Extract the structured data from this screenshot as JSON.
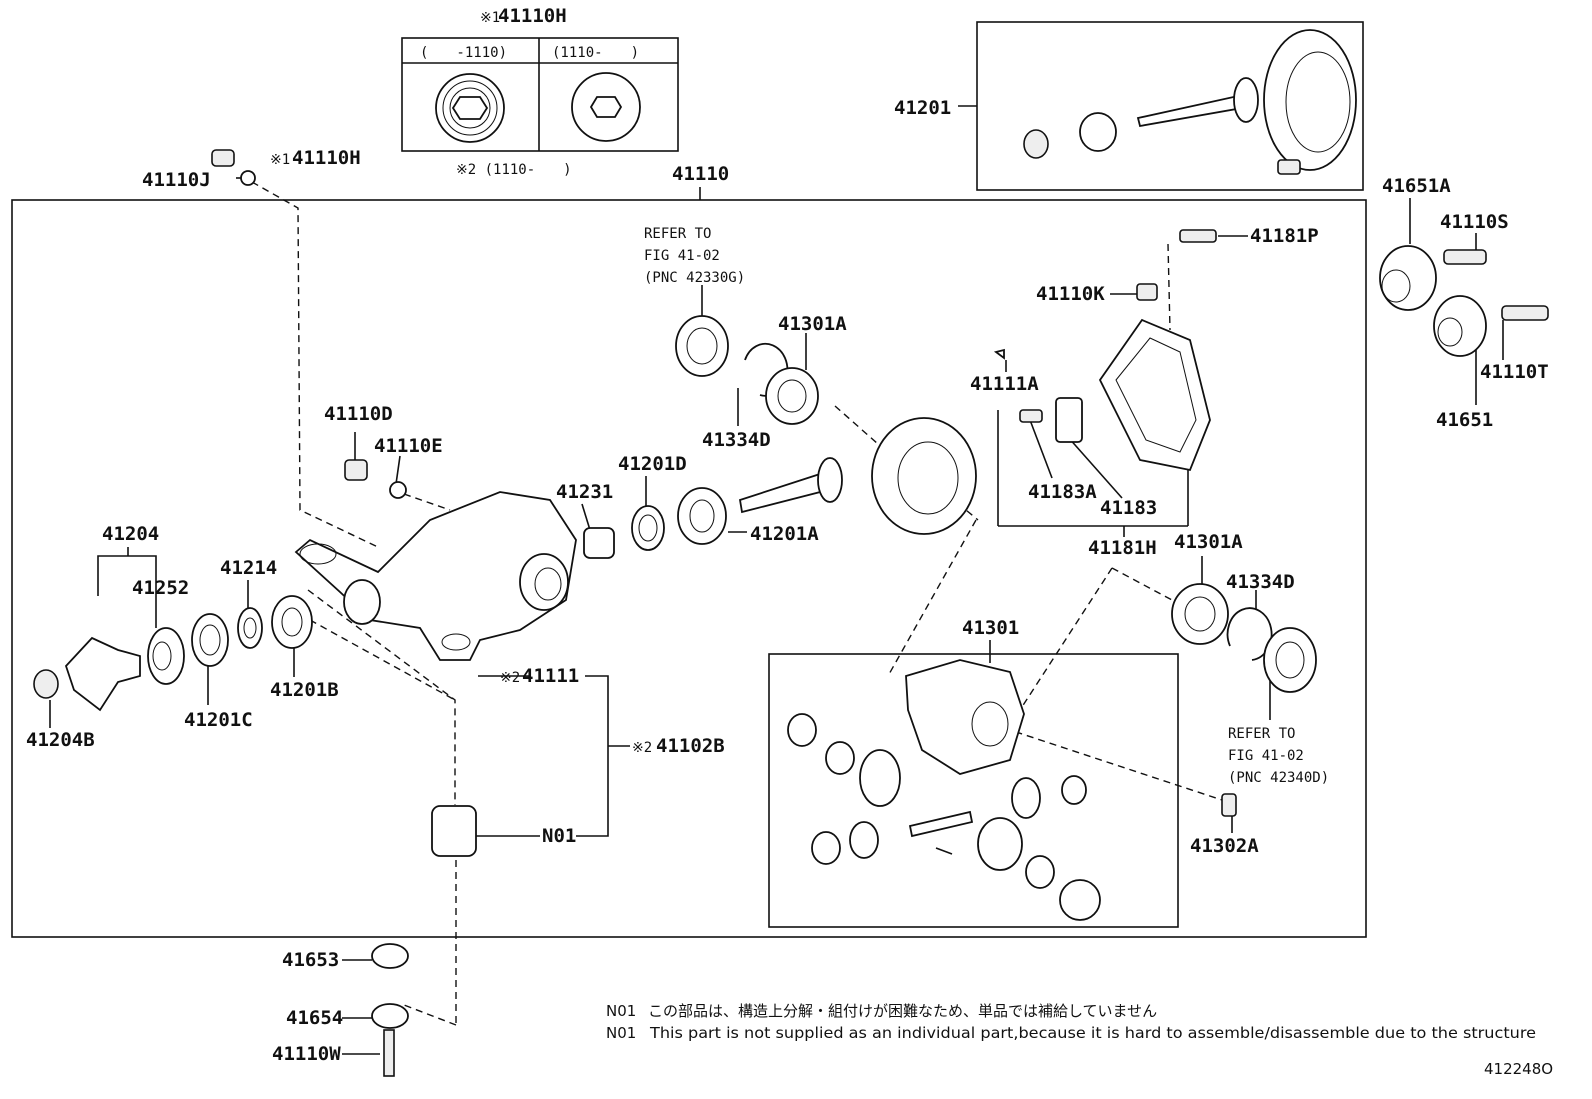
{
  "labels": {
    "l41110H_top": "41110H",
    "l41110H_top_mark": "※1",
    "inset_range_left": "(　　-1110)",
    "inset_range_right": "(1110-　　)",
    "inset_note": "※2 (1110-　　)",
    "l41110H_side": "41110H",
    "l41110H_side_mark": "※1",
    "l41110J": "41110J",
    "l41110": "41110",
    "l41201": "41201",
    "l41651A": "41651A",
    "l41110S": "41110S",
    "l41110T": "41110T",
    "l41651": "41651",
    "l41181P": "41181P",
    "l41110K": "41110K",
    "refer_top_1": "REFER TO",
    "refer_top_2": "FIG 41-02",
    "refer_top_3": "(PNC 42330G)",
    "l41301A_top": "41301A",
    "l41334D_top": "41334D",
    "l41111A": "41111A",
    "l41183A": "41183A",
    "l41183": "41183",
    "l41181H": "41181H",
    "l41301A_right": "41301A",
    "l41334D_right": "41334D",
    "refer_bot_1": "REFER TO",
    "refer_bot_2": "FIG 41-02",
    "refer_bot_3": "(PNC 42340D)",
    "l41302A": "41302A",
    "l41301": "41301",
    "l41110D": "41110D",
    "l41110E": "41110E",
    "l41231": "41231",
    "l41201D": "41201D",
    "l41201A": "41201A",
    "l41204": "41204",
    "l41252": "41252",
    "l41214": "41214",
    "l41204B": "41204B",
    "l41201C": "41201C",
    "l41201B": "41201B",
    "l41111": "41111",
    "l41111_mark": "※2",
    "l41102B": "41102B",
    "l41102B_mark": "※2",
    "lN01": "N01",
    "l41653": "41653",
    "l41654": "41654",
    "l41110W": "41110W",
    "note_jp_code": "N01",
    "note_jp": "この部品は、構造上分解・組付けが困難なため、単品では補給していません",
    "note_en_code": "N01",
    "note_en": "This part is not supplied as an individual part,because it is hard to assemble/disassemble due to the structure",
    "figure_code": "412248O"
  }
}
